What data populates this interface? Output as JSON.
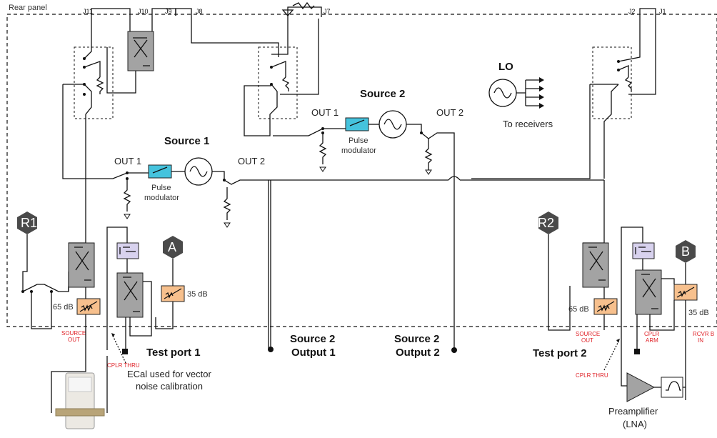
{
  "labels": {
    "rear_panel": "Rear panel",
    "j11": "J11",
    "j10": "J10",
    "j9": "J9",
    "j8": "J8",
    "j7": "J7",
    "j2": "J2",
    "j1": "J1",
    "lo": "LO",
    "to_receivers": "To receivers",
    "source1": "Source 1",
    "source2": "Source 2",
    "s1_out1": "OUT 1",
    "s1_out2": "OUT 2",
    "s2_out1": "OUT 1",
    "s2_out2": "OUT 2",
    "pulse_mod_1a": "Pulse",
    "pulse_mod_1b": "modulator",
    "pulse_mod_2a": "Pulse",
    "pulse_mod_2b": "modulator",
    "r1": "R1",
    "r2": "R2",
    "a": "A",
    "b": "B",
    "att_65_left": "65 dB",
    "att_35_left": "35 dB",
    "att_65_right": "65 dB",
    "att_35_right": "35 dB",
    "source_out_l1": "SOURCE",
    "source_out_l2": "OUT",
    "cplr_thru_left": "CPLR THRU",
    "test_port_1": "Test port 1",
    "s2o1_a": "Source 2",
    "s2o1_b": "Output 1",
    "s2o2_a": "Source 2",
    "s2o2_b": "Output 2",
    "test_port_2": "Test port 2",
    "source_out_r1": "SOURCE",
    "source_out_r2": "OUT",
    "cplr_arm_1": "CPLR",
    "cplr_arm_2": "ARM",
    "rcvr_b_1": "RCVR B",
    "rcvr_b_2": "IN",
    "cplr_thru_right": "CPLR THRU",
    "ecal_1": "ECal used for vector",
    "ecal_2": "noise calibration",
    "preamp_1": "Preamplifier",
    "preamp_2": "(LNA)"
  },
  "colors": {
    "coupler": "#a3a3a3",
    "attenuator": "#f7c08d",
    "pulse_modulator": "#45c3dd",
    "bias_tee": "#d8d2ee",
    "receiver_hex": "#4a4a4a",
    "annotation_red": "#e0242a"
  }
}
